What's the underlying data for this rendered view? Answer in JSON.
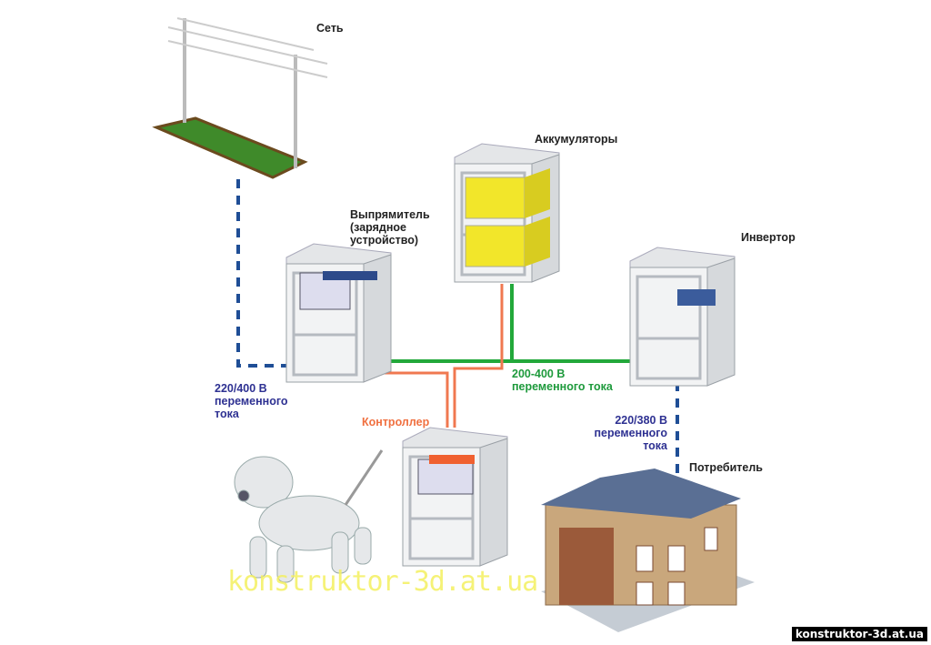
{
  "labels": {
    "grid": "Сеть",
    "batteries": "Аккумуляторы",
    "rectifier": "Выпрямитель (зарядное устройство)",
    "inverter": "Инвертор",
    "controller": "Контроллер",
    "consumer": "Потребитель"
  },
  "voltages": {
    "grid_line1": "220/400 В",
    "grid_line2": "переменного",
    "grid_line3": "тока",
    "dc_line1": "200-400 В",
    "dc_line2": "переменного тока",
    "out_line1": "220/380 В",
    "out_line2": "переменного",
    "out_line3": "тока"
  },
  "watermark": "konstruktor-3d.at.ua",
  "corner_watermark": "konstruktor-3d.at.ua",
  "colors": {
    "ac_line": "#1f4e96",
    "dc_line": "#22a83a",
    "control_line": "#f07850",
    "label_blue": "#2e3192"
  }
}
